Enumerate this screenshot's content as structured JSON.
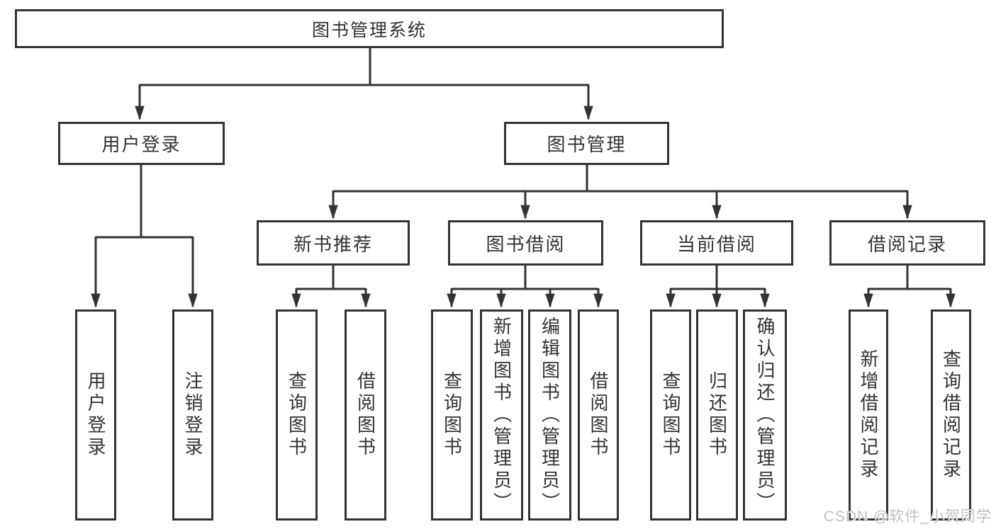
{
  "tree": {
    "root": {
      "label": "图书管理系统",
      "children": [
        {
          "label": "用户登录",
          "children": [
            {
              "label": "用户登录"
            },
            {
              "label": "注销登录"
            }
          ]
        },
        {
          "label": "图书管理",
          "children": [
            {
              "label": "新书推荐",
              "children": [
                {
                  "label": "查询图书"
                },
                {
                  "label": "借阅图书"
                }
              ]
            },
            {
              "label": "图书借阅",
              "children": [
                {
                  "label": "查询图书"
                },
                {
                  "label": "新增图书（管理员）"
                },
                {
                  "label": "编辑图书（管理员）"
                },
                {
                  "label": "借阅图书"
                }
              ]
            },
            {
              "label": "当前借阅",
              "children": [
                {
                  "label": "查询图书"
                },
                {
                  "label": "归还图书"
                },
                {
                  "label": "确认归还（管理员）"
                }
              ]
            },
            {
              "label": "借阅记录",
              "children": [
                {
                  "label": "新增借阅记录"
                },
                {
                  "label": "查询借阅记录"
                }
              ]
            }
          ]
        }
      ]
    }
  },
  "watermark": {
    "text": "CSDN @软件_小贺同学",
    "color": "#c0c0c0"
  },
  "colors": {
    "line": "#333333",
    "text": "#333333",
    "background": "#ffffff"
  }
}
